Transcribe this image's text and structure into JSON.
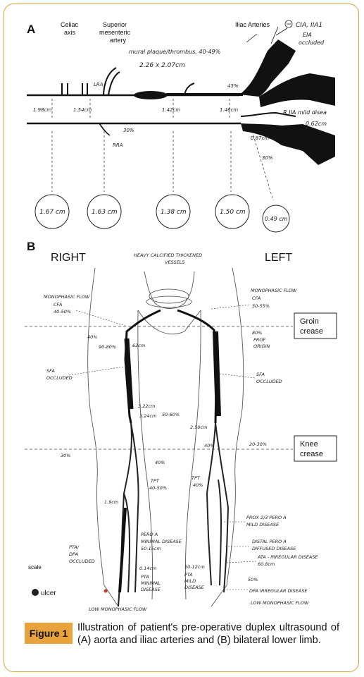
{
  "panel_a": {
    "label": "A",
    "celiac": [
      "Celiac",
      "axis"
    ],
    "sma": [
      "Superior",
      "mesenteric",
      "artery"
    ],
    "iliac": "Iliac Arteries",
    "iliac_note": "CIA, IIA1",
    "eia_note": [
      "EIA",
      "occluded"
    ],
    "plaque": "mural plaque/thrombus, 40-49%",
    "plaque_dim": "2.26 x 2.07cm",
    "lra": "LRA",
    "rra": "RRA",
    "pct30a": "30%",
    "pct30b": "30%",
    "pct45": "45%",
    "r_iia": "R IIA mild disea",
    "dim_062": "0.62cm",
    "dim_087": "0.87cm",
    "diam_labels": [
      "1.98cm",
      "1.54cm",
      "1.42cm",
      "1.46cm"
    ],
    "circles": [
      "1.67 cm",
      "1.63 cm",
      "1.38 cm",
      "1.50 cm",
      "0.49 cm"
    ]
  },
  "panel_b": {
    "label": "B",
    "right": "RIGHT",
    "left": "LEFT",
    "heavy": [
      "HEAVY CALCIFIED THICKENED",
      "VESSELS"
    ],
    "r_mono": "MONOPHASIC FLOW",
    "r_cfa": "CFA",
    "r_cfa_pct": "40-50%",
    "r_40": "40%",
    "r_90": "90-80%",
    "r_62": "62cm",
    "r_sfa": [
      "SFA",
      "OCCLUDED"
    ],
    "r_322": "3.22cm",
    "r_324": "3.24cm",
    "r_5060": "50-60%",
    "r_30": "30%",
    "r_40b": "40%",
    "r_tpt": "TPT",
    "r_4050": "40-50%",
    "r_19": "1.9cm",
    "r_pero": [
      "PERO A",
      "MINIMAL DISEASE"
    ],
    "r_5015": "50-15cm",
    "r_pta": [
      "PTA/",
      "DPA",
      "OCCLUDED"
    ],
    "r_014": "0.14cm",
    "r_pta2": [
      "PTA",
      "MINIMAL",
      "DISEASE"
    ],
    "l_mono": "MONOPHASIC FLOW",
    "l_cfa": "CFA",
    "l_cfa_pct": "50-55%",
    "l_80": "80%",
    "l_prof": [
      "PROF",
      "ORIGIN"
    ],
    "l_sfa": [
      "SFA",
      "OCCLUDED"
    ],
    "l_250": "2.50cm",
    "l_2030": "20-30%",
    "l_40": "40%",
    "l_tpt": "TPT",
    "l_40b": "40%",
    "l_prox": [
      "PROX 2/3 PERO A",
      "MILD DISEASE"
    ],
    "l_distal": [
      "DISTAL PERO A",
      "DIFFUSED DISEASE"
    ],
    "l_ata": [
      "ATA - IRREGULAR DISEASE",
      "60.8cm"
    ],
    "l_5012": "50-12cm",
    "l_pta": [
      "PTA",
      "MILD",
      "DISEASE"
    ],
    "l_50": "50%",
    "l_dpa": "DPA IRREGULAR DISEASE",
    "groin": [
      "Groin",
      "crease"
    ],
    "knee": [
      "Knee",
      "crease"
    ],
    "scale": "scale",
    "ulcer": "ulcer",
    "low_r": "LOW MONOPHASIC FLOW",
    "low_l": "LOW MONOPHASIC FLOW"
  },
  "caption": {
    "label": "Figure 1",
    "text": "Illustration of patient's pre-operative duplex ultrasound of (A) aorta and iliac arteries and (B) bilateral lower limb."
  }
}
